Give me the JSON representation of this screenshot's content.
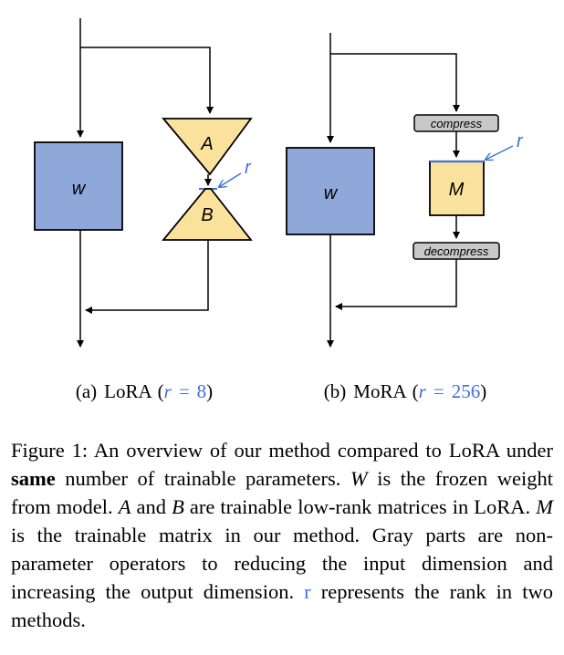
{
  "lora": {
    "w_label": "w",
    "a_label": "A",
    "b_label": "B",
    "r_label": "r",
    "subcaption": {
      "letter": "(a)",
      "name": "LoRA",
      "open": "(",
      "var": "r",
      "eq": "=",
      "value": "8",
      "close": ")"
    }
  },
  "mora": {
    "w_label": "w",
    "m_label": "M",
    "r_label": "r",
    "compress_label": "compress",
    "decompress_label": "decompress",
    "subcaption": {
      "letter": "(b)",
      "name": "MoRA",
      "open": "(",
      "var": "r",
      "eq": "=",
      "value": "256",
      "close": ")"
    }
  },
  "caption": {
    "p1": "Figure 1: An overview of our method compared to LoRA under ",
    "bold": "same",
    "p2": " number of trainable parameters. ",
    "v_w": "W",
    "p3": " is the frozen weight from model. ",
    "v_a": "A",
    "p4": " and ",
    "v_b": "B",
    "p5": " are trainable low-rank matrices in LoRA. ",
    "v_m": "M",
    "p6": " is the trainable matrix in our method. Gray parts are non-parameter operators to reducing the input dimension and increasing the output dimension. ",
    "r": "r",
    "p7": " represents the rank in two methods."
  },
  "colors": {
    "weight_fill": "#8fa8d9",
    "trainable_fill": "#fbe29c",
    "operator_fill": "#c8c8c8",
    "rank_accent": "#3f6fd9"
  }
}
